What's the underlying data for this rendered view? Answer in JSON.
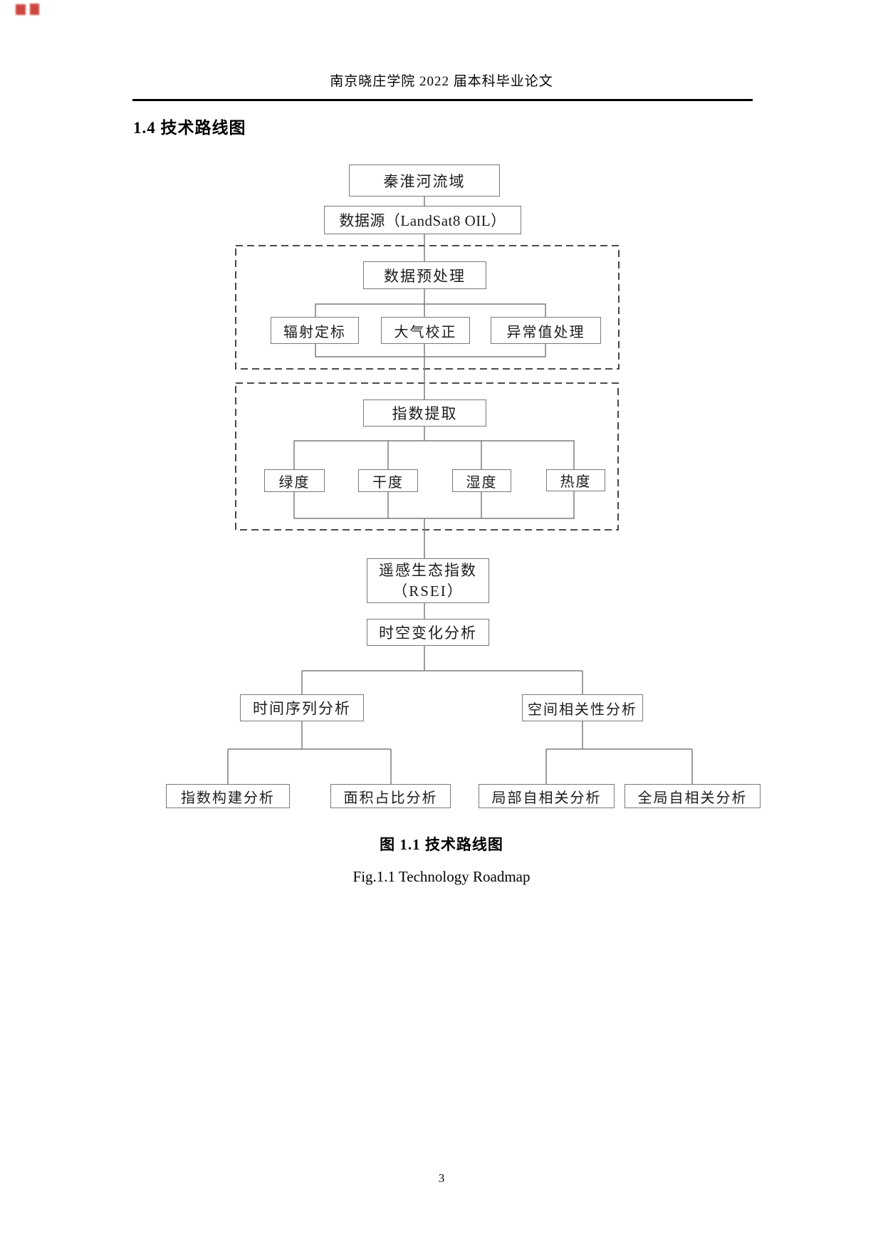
{
  "page": {
    "header": "南京晓庄学院 2022 届本科毕业论文",
    "section_title": "1.4 技术路线图",
    "caption_zh": "图 1.1 技术路线图",
    "caption_en": "Fig.1.1 Technology Roadmap",
    "page_number": "3"
  },
  "flowchart": {
    "colors": {
      "connector_line": "#7d7d7d",
      "box_border": "#7a7a7a",
      "dashed_border": "#333333",
      "text": "#1c1c1c"
    },
    "nodes": {
      "qinhuai": "秦淮河流域",
      "datasource": "数据源（LandSat8 OIL）",
      "preprocess": "数据预处理",
      "radiometric": "辐射定标",
      "atmospheric": "大气校正",
      "outlier": "异常值处理",
      "index_extract": "指数提取",
      "greenness": "绿度",
      "dryness": "干度",
      "wetness": "湿度",
      "heat": "热度",
      "rsei_line1": "遥感生态指数",
      "rsei_line2": "（RSEI）",
      "spatiotemporal": "时空变化分析",
      "time_series": "时间序列分析",
      "spatial_corr": "空间相关性分析",
      "index_build": "指数构建分析",
      "area_ratio": "面积占比分析",
      "local_autocorr": "局部自相关分析",
      "global_autocorr": "全局自相关分析"
    }
  }
}
